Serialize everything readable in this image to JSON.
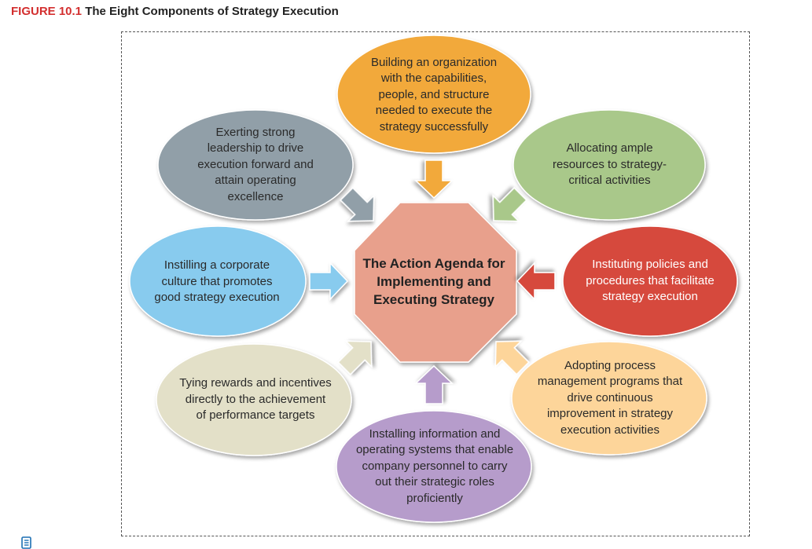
{
  "figure": {
    "number": "FIGURE 10.1",
    "title": "The Eight Components of Strategy Execution"
  },
  "center": {
    "text": "The Action Agenda for Implementing and Executing Strategy",
    "color": "#e8a08c"
  },
  "components": [
    {
      "id": "top",
      "text": "Building an organization with the capabilities, people, and structure needed to execute the strategy successfully",
      "color": "#f2a93b"
    },
    {
      "id": "top-right",
      "text": "Allocating ample resources to strategy-critical activities",
      "color": "#a9c88a"
    },
    {
      "id": "right",
      "text": "Instituting policies and procedures that facilitate strategy execution",
      "color": "#d64a3e"
    },
    {
      "id": "bottom-right",
      "text": "Adopting process management programs that drive continuous improvement in strategy execution activities",
      "color": "#fdd59a"
    },
    {
      "id": "bottom",
      "text": "Installing information and operating systems that enable company personnel to carry out their strategic roles proficiently",
      "color": "#b69ccb"
    },
    {
      "id": "bottom-left",
      "text": "Tying rewards and incentives directly to the achievement of performance targets",
      "color": "#e3e0c8"
    },
    {
      "id": "left",
      "text": "Instilling a corporate culture that promotes good strategy execution",
      "color": "#88cbee"
    },
    {
      "id": "top-left",
      "text": "Exerting strong leadership to drive execution forward and attain operating excellence",
      "color": "#919fa8"
    }
  ],
  "icons": {
    "document": "document-icon"
  }
}
